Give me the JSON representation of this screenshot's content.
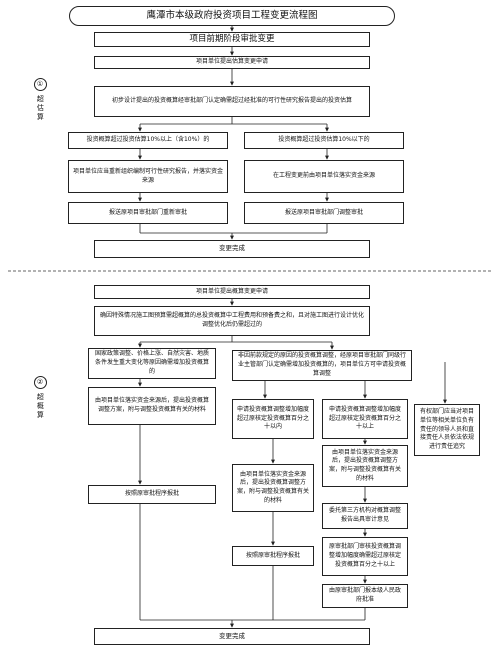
{
  "title": "鹰潭市本级政府投资项目工程变更流程图",
  "stage1": {
    "badge_num": "①",
    "badge_label": "超估算",
    "header": "项目前期阶段审批变更",
    "apply": "项目单位提出估算变更申请",
    "condition": "初步设计提出的投资概算经审批部门认定确需超过经批准的可行性研究报告提出的投资估算",
    "left_branch": "投资概算超过投资估算10%以上（含10%）的",
    "right_branch": "投资概算超过投资估算10%以下的",
    "left_action": "项目单位应当重新组织编制可行性研究报告，并落实资金来源",
    "right_action": "在工程变更前由项目单位落实资金来源",
    "left_submit": "报送原项目审批部门重新审批",
    "right_submit": "报送原项目审批部门调整审批",
    "done": "变更完成"
  },
  "stage2": {
    "badge_num": "②",
    "badge_label": "超概算",
    "apply": "项目单位提出概算变更申请",
    "condition": "确因特殊情况施工图预算需超概算的总投资概算中工程费用和预备费之和，且对施工图进行设计优化调整优化后仍需超过的",
    "left_reason": "国家政策调整、价格上涨、自然灾害、地质条件发生重大变化等原因确需增加投资概算的",
    "middle_reason": "非因前款规定的原因的投资概算调整，经原项目审批部门同级行业主管部门认定确需增加投资概算的，项目单位方可申请投资概算调整",
    "right_note": "有权部门应当对项目单位等相关单位负有责任的领导人员和直接责任人员依法依规进行责任追究",
    "left_step1": "由项目单位落实资金来源后，提出投资概算调整方案，附与调整投资概算有关的材料",
    "left_step2": "按照原审批程序报批",
    "mid_a_cond": "申请投资概算调整增加幅度超过原核定投资概算百分之十以内",
    "mid_a_step1": "由项目单位落实资金来源后，提出投资概算调整方案，附与调整投资概算有关的材料",
    "mid_a_step2": "按照原审批程序报批",
    "mid_b_cond": "申请投资概算调整增加幅度超过原核定投资概算百分之十以上",
    "mid_b_step1": "由项目单位落实资金来源后，提出投资概算调整方案，附与调整投资概算有关的材料",
    "mid_b_step2": "委托第三方机构对概算调整报告出具审计意见",
    "mid_b_step3": "原审批部门审核投资概算调整增加幅度确需超过原核定投资概算百分之十以上",
    "mid_b_step4": "由原审批部门报本级人民政府批准",
    "done": "变更完成"
  }
}
